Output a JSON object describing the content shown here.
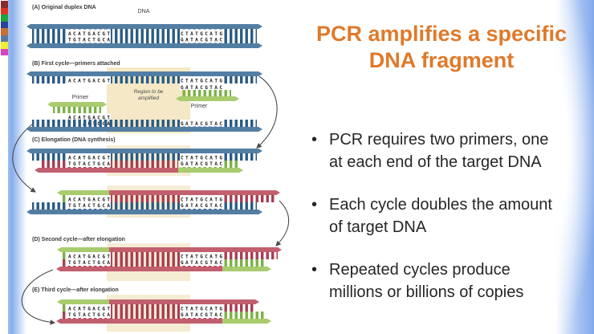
{
  "slide": {
    "title_lines": [
      "PCR amplifies a specific",
      "DNA fragment"
    ],
    "bullet_char": "•",
    "bullets": [
      {
        "lines": [
          "PCR requires two primers, one",
          "at each end of the target DNA"
        ]
      },
      {
        "lines": [
          "Each cycle doubles the amount",
          "of target DNA"
        ]
      },
      {
        "lines": [
          "Repeated cycles produce",
          "millions or billions of copies"
        ]
      }
    ]
  },
  "diagram": {
    "section_a": {
      "label": "(A) Original duplex DNA",
      "dna_label": "DNA"
    },
    "section_b": {
      "label": "(B) First cycle—primers attached",
      "primer_label": "Primer",
      "region_lines": [
        "Region to be",
        "amplified"
      ]
    },
    "section_c": {
      "label": "(C) Elongation (DNA synthesis)"
    },
    "section_d": {
      "label": "(D) Second cycle—after elongation"
    },
    "section_e": {
      "label": "(E) Third cycle—after elongation"
    },
    "seq": {
      "left_top": "ACATGACGT",
      "left_bottom": "TGTACTGCA",
      "right_top": "CTATGCATG",
      "right_bottom": "GATACGTAC"
    }
  },
  "palette": {
    "colors": [
      "#8a2a2b",
      "#e23322",
      "#1fa23d",
      "#2b3f9e",
      "#c96f2f",
      "#5c7a9e",
      "#f2ee33",
      "#d944c0",
      "#ffffff"
    ]
  },
  "colors": {
    "title": "#df7a2b",
    "body_text": "#262626",
    "strand_blue": "#537ea4",
    "strand_blue_teeth": "#2a5b84",
    "strand_red": "#c25f6e",
    "strand_red_teeth": "#a83d52",
    "primer_green": "#a8cc6e",
    "primer_green_teeth": "#7cb144",
    "region_band": "#f4e8c6",
    "edge_blue": "#88aeec"
  }
}
